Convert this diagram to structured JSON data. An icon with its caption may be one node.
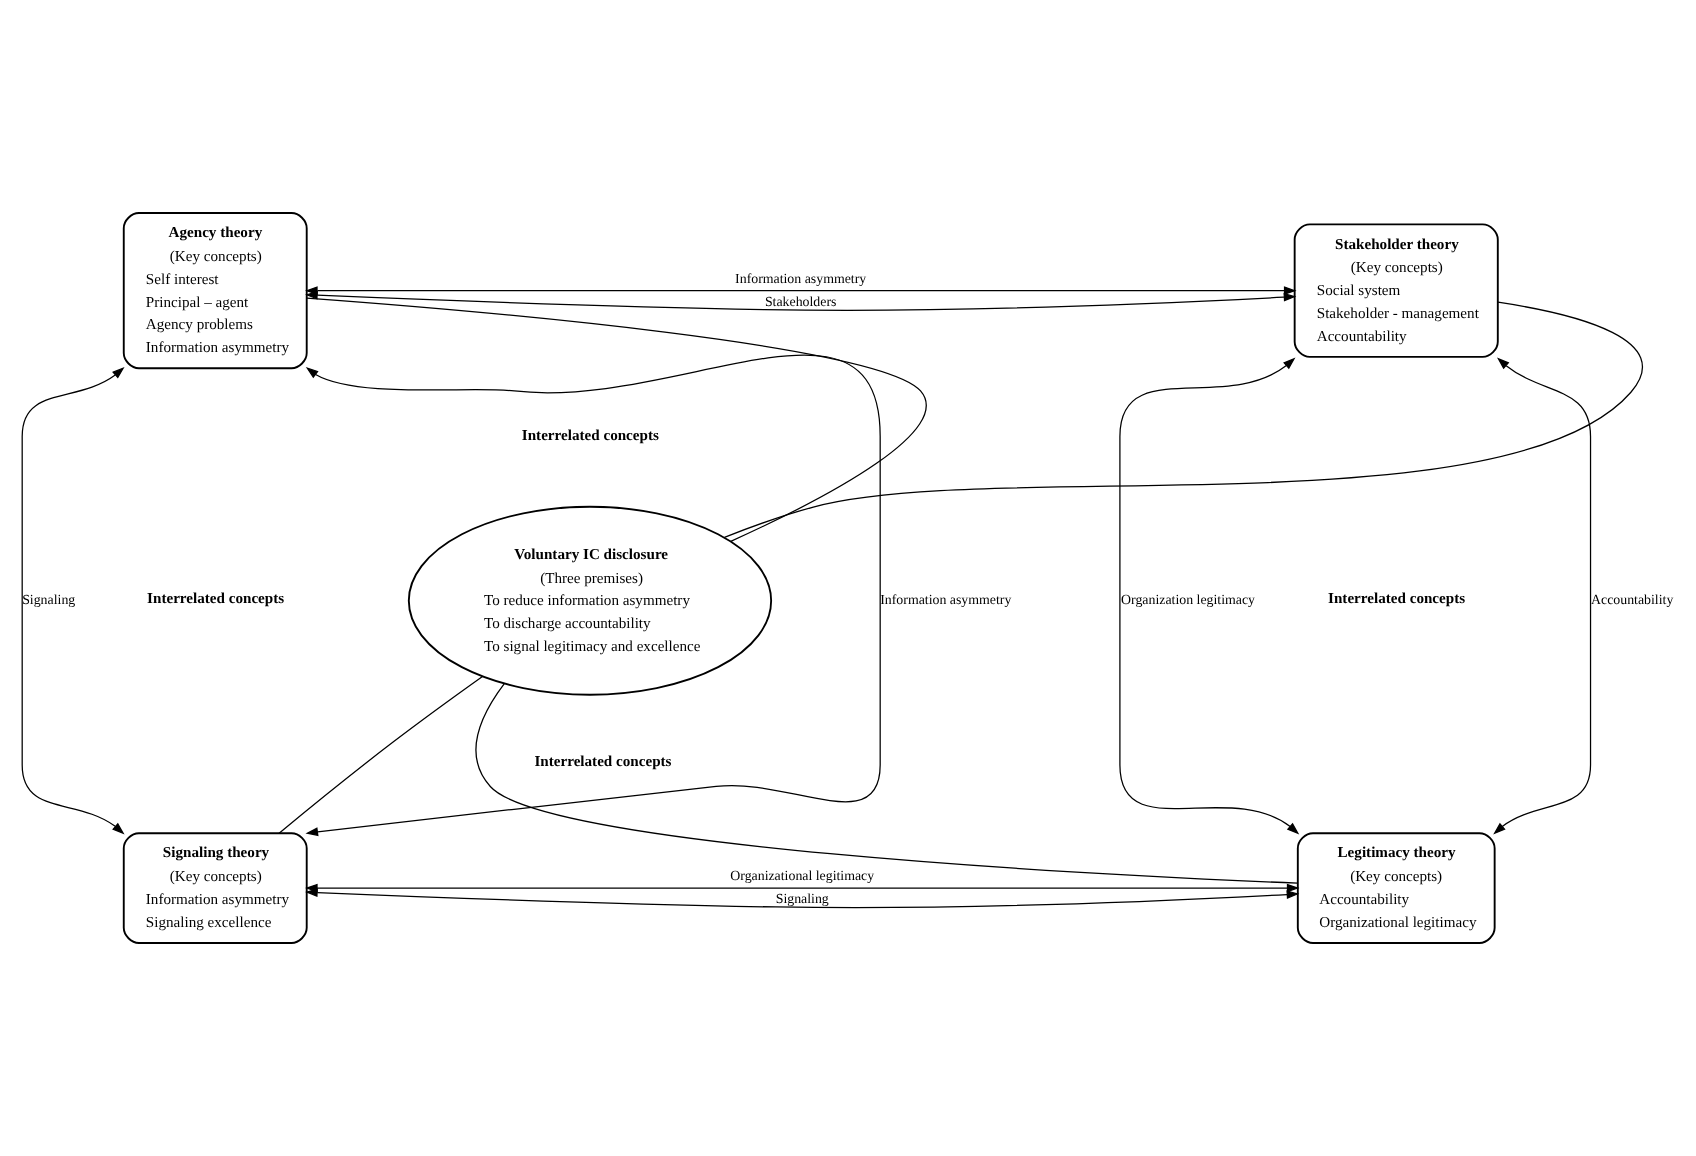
{
  "diagram": {
    "nodes": [
      {
        "text": [
          "Agency theory",
          "(Key concepts)",
          "Self interest",
          "Principal – agent",
          "Agency problems",
          "Information asymmetry"
        ]
      },
      {
        "text": [
          "Stakeholder theory",
          "(Key concepts)",
          "Social system",
          "Stakeholder - management",
          "Accountability"
        ]
      },
      {
        "text": [
          "Voluntary IC disclosure",
          "(Three premises)",
          "To reduce information asymmetry",
          "To discharge accountability",
          "To signal legitimacy and excellence"
        ]
      },
      {
        "text": [
          "Signaling theory",
          "(Key concepts)",
          "Information asymmetry",
          "Signaling excellence"
        ]
      },
      {
        "text": [
          "Legitimacy theory",
          "(Key concepts)",
          "Accountability",
          "Organizational legitimacy"
        ]
      }
    ],
    "edges": [
      {
        "from": 0,
        "to": 1,
        "arrow": "both",
        "label": "Stakeholders"
      },
      {
        "from": 0,
        "to": 1,
        "arrow": "both",
        "label": "Information asymmetry"
      },
      {
        "from": 0,
        "to": 3,
        "arrow": "both",
        "label": "Signaling"
      },
      {
        "from": 0,
        "to": 3,
        "arrow": "both",
        "label": "Information asymmetry"
      },
      {
        "from": 1,
        "to": 4,
        "arrow": "both",
        "label": "Organization legitimacy"
      },
      {
        "from": 1,
        "to": 4,
        "arrow": "both",
        "label": "Accountability"
      },
      {
        "from": 3,
        "to": 4,
        "arrow": "both",
        "label": "Organizational legitimacy"
      },
      {
        "from": 3,
        "to": 4,
        "arrow": "both",
        "label": "Signaling"
      },
      {
        "from": 2,
        "to": 0,
        "arrow": "none"
      },
      {
        "from": 2,
        "to": 1,
        "arrow": "none"
      },
      {
        "from": 2,
        "to": 3,
        "arrow": "none"
      },
      {
        "from": 2,
        "to": 4,
        "arrow": "none"
      }
    ],
    "labels": [
      "Interrelated concepts",
      "Interrelated concepts",
      "Interrelated concepts",
      "Interrelated concepts"
    ]
  }
}
